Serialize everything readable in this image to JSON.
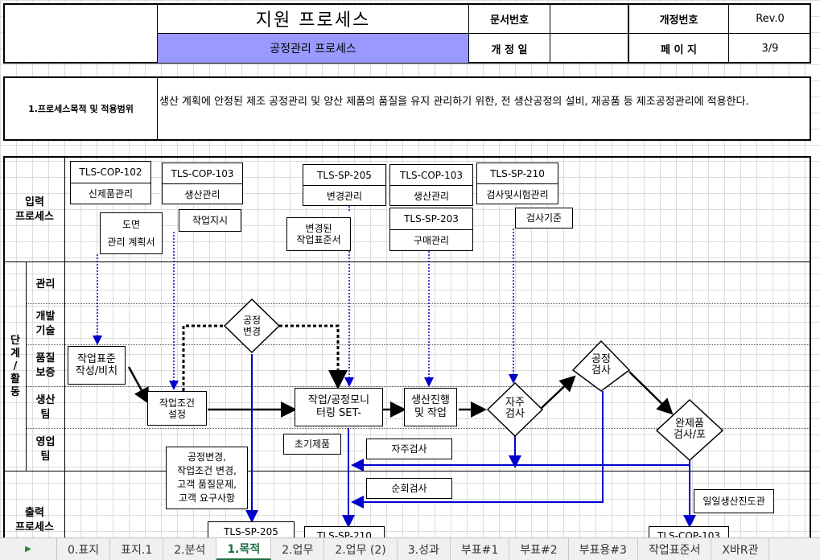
{
  "header": {
    "title": "지원 프로세스",
    "subtitle": "공정관리 프로세스",
    "doc_no_label": "문서번호",
    "doc_no_value": "",
    "rev_label": "개정번호",
    "rev_value": "Rev.0",
    "date_label": "개 정 일",
    "date_value": "",
    "page_label": "페 이 지",
    "page_value": "3/9"
  },
  "purpose": {
    "label": "1.프로세스목적 및 적용범위",
    "text": "생산 계획에 안정된 제조 공정관리 및 양산 제품의 품질을 유지 관리하기 위한, 전 생산공정의 설비, 재공품 등 제조공정관리에          적용한다."
  },
  "rows": {
    "input": "입력\n프로세스",
    "stage": "단\n계\n/\n활\n동",
    "mgmt": "관리",
    "dev": "개발\n기술",
    "qa": "품질\n보증",
    "prod": "생산\n팀",
    "sales": "영업\n팀",
    "output": "출력\n프로세스"
  },
  "inputs": {
    "cop102": {
      "code": "TLS-COP-102",
      "name": "신제품관리"
    },
    "cop103a": {
      "code": "TLS-COP-103",
      "name": "생산관리"
    },
    "sp205": {
      "code": "TLS-SP-205",
      "name": "변경관리"
    },
    "cop103b": {
      "code": "TLS-COP-103",
      "name": "생산관리"
    },
    "sp210": {
      "code": "TLS-SP-210",
      "name": "검사및시험관리"
    },
    "sp203": {
      "code": "TLS-SP-203",
      "name": "구매관리"
    },
    "drawing": "도면\n관리 계획서",
    "work_order": "작업지시",
    "changed_std": "변경된\n작업표준서",
    "insp_std": "검사기준"
  },
  "flow": {
    "work_std": "작업표준\n작성/비치",
    "work_cond": "작업조건\n설정",
    "process_change": "공정\n변경",
    "monitor": "작업/공정모니\n터링 SET-",
    "production": "생산진행\n및 작업",
    "self_insp": "자주\n검사",
    "process_insp": "공정\n검사",
    "final_insp": "완제품\n검사/포",
    "first_article": "초기제품",
    "self_insp_note": "자주검사",
    "patrol_insp": "순회검사",
    "change_note": "공정변경,\n작업조건 변경,\n고객 품질문제,\n고객 요구사항",
    "daily_prod": "일일생산진도관"
  },
  "outputs": {
    "sp205": "TLS-SP-205",
    "sp210": "TLS-SP-210",
    "cop103": "TLS-COP-103"
  },
  "tabs": {
    "items": [
      "0.표지",
      "표지.1",
      "2.분석",
      "1.목적",
      "2.업무",
      "2.업무 (2)",
      "3.성과",
      "부표#1",
      "부표#2",
      "부표용#3",
      "작업표준서",
      "X바R관"
    ],
    "active": "1.목적"
  },
  "colors": {
    "subtitle_bg": "#9999ff",
    "arrow_blue": "#0000cc",
    "dotted_blue": "#0000cc"
  }
}
